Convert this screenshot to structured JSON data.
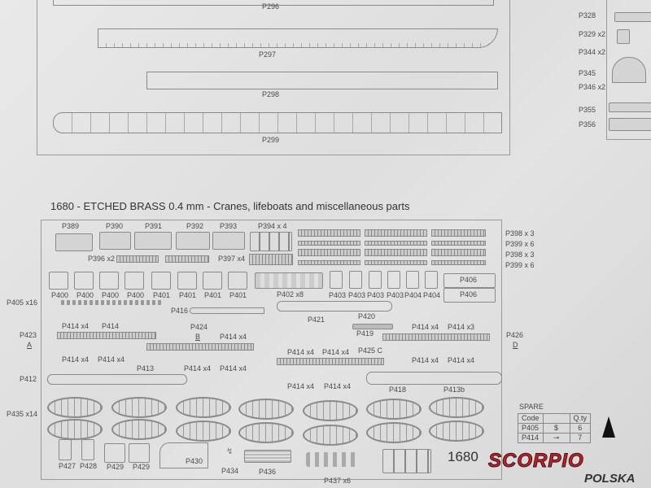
{
  "upper_sheet": {
    "hull_labels": [
      "P296",
      "P297",
      "P298",
      "P299"
    ],
    "side_labels": [
      "P328",
      "P329 x2",
      "P344 x2",
      "P345",
      "P346 x2",
      "P355",
      "P356"
    ]
  },
  "section_title": "1680 - ETCHED BRASS 0.4 mm - Cranes, lifeboats and miscellaneous parts",
  "fret": {
    "labels": {
      "p389": "P389",
      "p390": "P390",
      "p391": "P391",
      "p392": "P392",
      "p393": "P393",
      "p394": "P394 x 4",
      "p396": "P396 x2",
      "p397": "P397 x4",
      "p398a": "P398 x 3",
      "p399a": "P399 x 6",
      "p398b": "P398 x 3",
      "p399b": "P399 x 6",
      "p400": "P400",
      "p401": "P401",
      "p402": "P402 x8",
      "p403": "P403",
      "p404": "P404",
      "p406": "P406",
      "p405": "P405 x16",
      "p416": "P416",
      "p421": "P421",
      "p420": "P420",
      "p419": "P419",
      "p423": "P423",
      "a": "A",
      "p424": "P424",
      "b": "B",
      "p425": "P425 C",
      "p426": "P426",
      "d": "D",
      "p414": "P414",
      "p414x4": "P414 x4",
      "p414x3": "P414 x3",
      "p412": "P412",
      "p413": "P413",
      "p418": "P418",
      "p413b": "P413b",
      "p435": "P435 x14",
      "p427": "P427",
      "p428": "P428",
      "p429": "P429",
      "p430": "P430",
      "p434": "P434",
      "p436": "P436",
      "p437": "P437 x6"
    },
    "sheet_number": "1680"
  },
  "spare_table": {
    "title": "SPARE",
    "headers": [
      "Code",
      "",
      "Q.ty"
    ],
    "rows": [
      {
        "code": "P405",
        "icon": "$",
        "qty": "6"
      },
      {
        "code": "P414",
        "icon": "⊸",
        "qty": "7"
      }
    ]
  },
  "watermark": {
    "line1": "SCORPIO",
    "line2": "POLSKA",
    "color": "#e0141e"
  }
}
